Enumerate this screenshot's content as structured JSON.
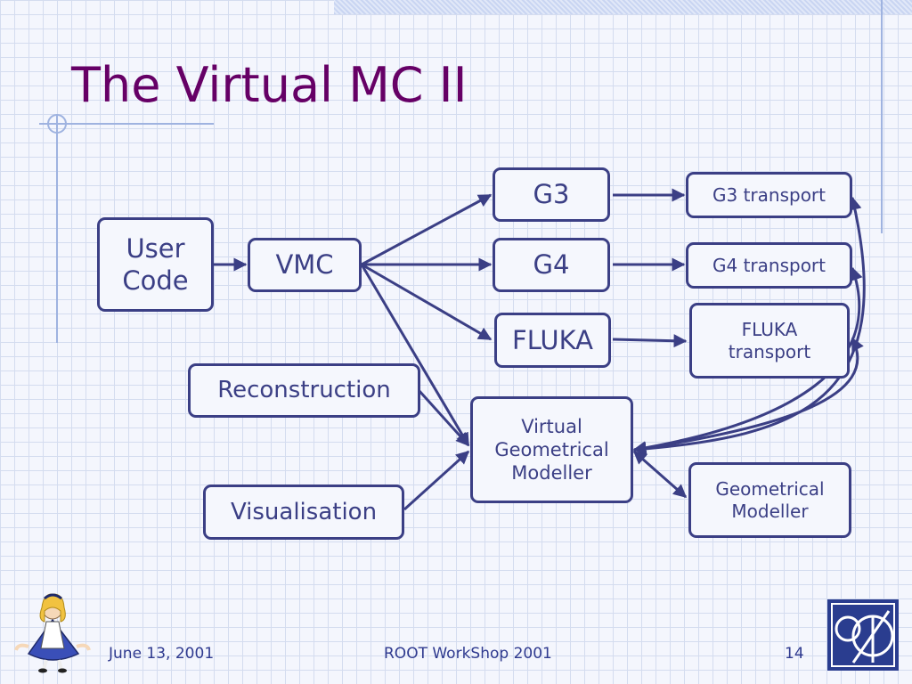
{
  "slide": {
    "title": "The Virtual MC II"
  },
  "diagram": {
    "nodes": {
      "user_code": "User\nCode",
      "vmc": "VMC",
      "g3": "G3",
      "g4": "G4",
      "fluka": "FLUKA",
      "g3_transport": "G3 transport",
      "g4_transport": "G4 transport",
      "fluka_transport": "FLUKA\ntransport",
      "reconstruction": "Reconstruction",
      "visualisation": "Visualisation",
      "virtual_geometrical_modeller": "Virtual\nGeometrical\nModeller",
      "geometrical_modeller": "Geometrical\nModeller"
    }
  },
  "footer": {
    "date": "June 13, 2001",
    "event": "ROOT WorkShop 2001",
    "page_number": "14"
  },
  "colors": {
    "title": "#660066",
    "diagram_stroke": "#3b3f85",
    "footer_text": "#2f3a8f",
    "grid_line": "#d4dcef"
  },
  "icons": {
    "mascot": "alice-in-wonderland-illustration",
    "logo": "cern-logo"
  }
}
